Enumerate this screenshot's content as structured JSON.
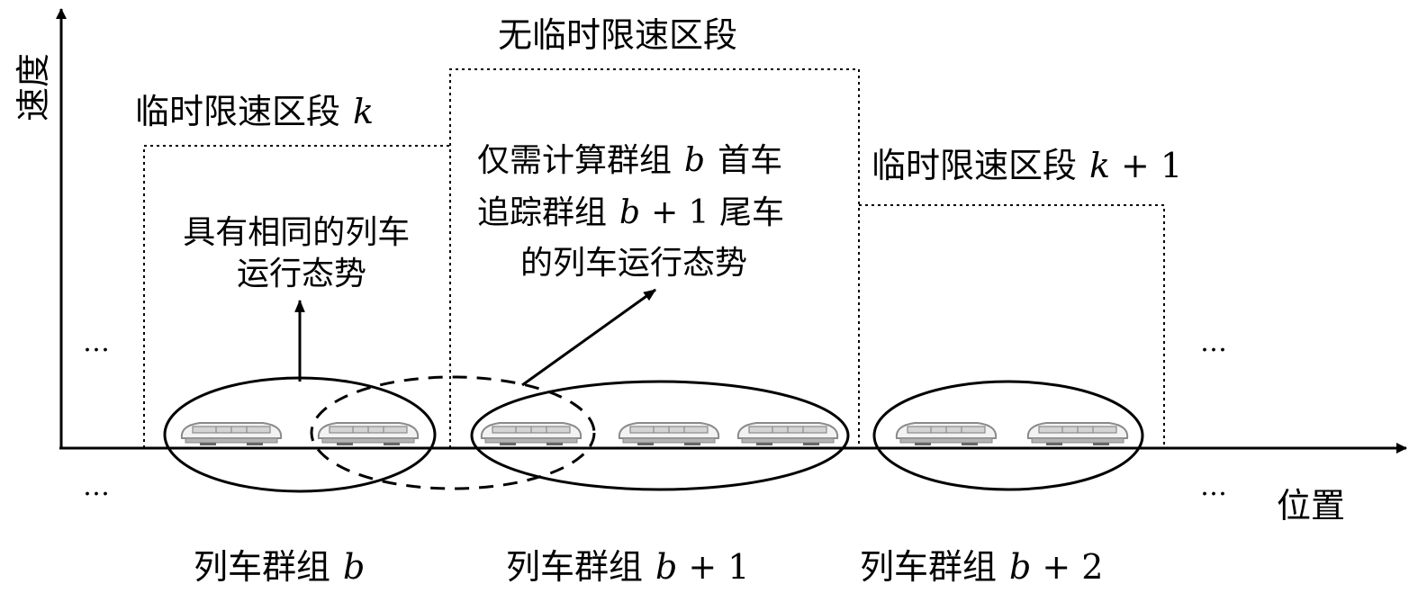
{
  "axes": {
    "y_label": "速度",
    "x_label": "位置"
  },
  "zones": {
    "limit_k": {
      "label": "临时限速区段",
      "var": "k"
    },
    "no_limit": {
      "label": "无临时限速区段"
    },
    "limit_k1": {
      "label": "临时限速区段",
      "var": "k",
      "suffix": "+ 1"
    }
  },
  "annotations": {
    "same_state": {
      "line1": "具有相同的列车",
      "line2": "运行态势"
    },
    "compute": {
      "line1_a": "仅需计算群组",
      "line1_var": "b",
      "line1_b": "首车",
      "line2_a": "追踪群组",
      "line2_var": "b",
      "line2_b": "+ 1 尾车",
      "line3": "的列车运行态势"
    }
  },
  "ellipsis": "…",
  "groups": [
    {
      "label": "列车群组",
      "var": "b",
      "suffix": ""
    },
    {
      "label": "列车群组",
      "var": "b",
      "suffix": "+ 1"
    },
    {
      "label": "列车群组",
      "var": "b",
      "suffix": "+ 2"
    }
  ]
}
